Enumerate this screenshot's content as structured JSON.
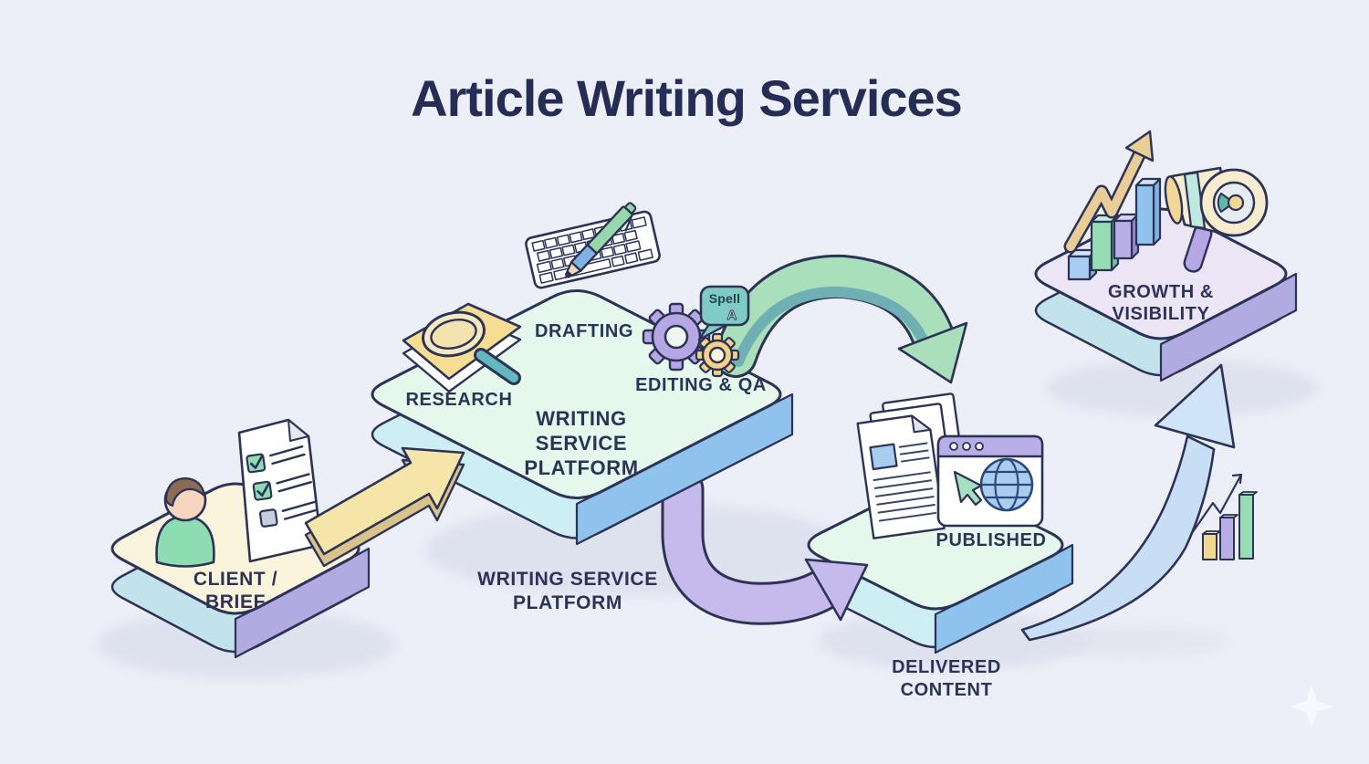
{
  "title": "Article Writing Services",
  "palette": {
    "background": "#edeff8",
    "outline": "#2c3357",
    "text": "#2c3357",
    "platform_mint_top": "#e6f7ec",
    "platform_blue_side": "#8fc2ec",
    "platform_light_side": "#cdeef2",
    "client_top": "#fbf4dc",
    "client_side_left": "#c2e2ec",
    "client_side_right": "#b2abe2",
    "growth_top": "#ece5f6",
    "arrow_yellow": "#f5e5a8",
    "arrow_green": "#a9dfba",
    "arrow_green_accent": "#6fb0b4",
    "arrow_purple": "#c6baec",
    "arrow_swoosh_blue": "#c7def4",
    "gear_purple": "#b5a7e3",
    "gear_yellow": "#f2d289",
    "bubble_teal": "#7fccc4",
    "book_yellow": "#f6dd92",
    "person_shirt_green": "#8edcb2",
    "doc_accent_blue": "#a9cdf0",
    "browser_bar_purple": "#b9aee6"
  },
  "icons": {
    "client": [
      "person-icon",
      "checklist-icon"
    ],
    "research": [
      "book-icon",
      "magnifier-icon"
    ],
    "drafting": [
      "keyboard-icon",
      "pen-icon"
    ],
    "editing": [
      "gear-icon",
      "spellcheck-bubble-icon"
    ],
    "published": [
      "documents-stack-icon",
      "browser-globe-icon",
      "cursor-icon"
    ],
    "growth": [
      "bar-chart-icon",
      "trend-arrow-icon",
      "megaphone-icon"
    ],
    "misc": [
      "swoosh-arrow-icon",
      "mini-bar-chart-icon",
      "sparkle-icon"
    ]
  },
  "nodes": {
    "client": {
      "line1": "CLIENT /",
      "line2": "BRIEF"
    },
    "platform": {
      "line1": "WRITING",
      "line2": "SERVICE",
      "line3": "PLATFORM"
    },
    "platform_caption": {
      "line1": "WRITING SERVICE",
      "line2": "PLATFORM"
    },
    "steps": {
      "research": "RESEARCH",
      "drafting": "DRAFTING",
      "editing": "EDITING & QA"
    },
    "spell_bubble": {
      "line1": "Spell",
      "line2": "A"
    },
    "published": "PUBLISHED",
    "delivered": {
      "line1": "DELIVERED",
      "line2": "CONTENT"
    },
    "growth": {
      "line1": "GROWTH &",
      "line2": "VISIBILITY"
    }
  }
}
